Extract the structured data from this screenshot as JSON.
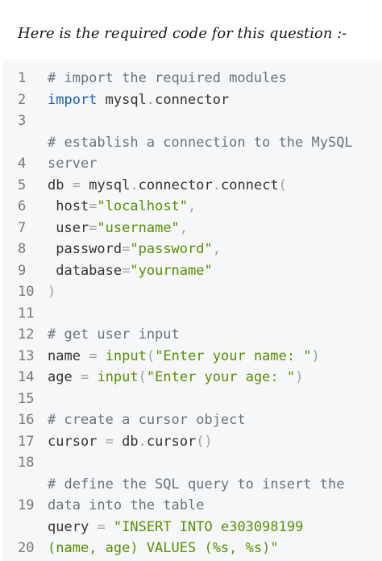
{
  "heading": "Here is the required code for this question :-",
  "colors": {
    "comment": "#6a737d",
    "keyword": "#1a5fb4",
    "function": "#5a8f00",
    "string": "#5a8f00",
    "operator": "#a0a0a0",
    "text": "#333333",
    "line_number": "#777777",
    "code_background": "#f6f7f8"
  },
  "code": {
    "lines": [
      {
        "n": "1",
        "wrap": [
          [
            [
              "cm",
              "# import the required modules"
            ]
          ]
        ]
      },
      {
        "n": "2",
        "wrap": [
          [
            [
              "kw",
              "import"
            ],
            [
              "pl",
              " mysql"
            ],
            [
              "op",
              "."
            ],
            [
              "pl",
              "connector"
            ]
          ]
        ]
      },
      {
        "n": "3",
        "wrap": [
          []
        ]
      },
      {
        "n": "4",
        "wrap": [
          [
            [
              "cm",
              "# establish a connection to the MySQL"
            ]
          ],
          [
            [
              "cm",
              "server"
            ]
          ]
        ]
      },
      {
        "n": "5",
        "wrap": [
          [
            [
              "pl",
              "db "
            ],
            [
              "op",
              "="
            ],
            [
              "pl",
              " mysql"
            ],
            [
              "op",
              "."
            ],
            [
              "pl",
              "connector"
            ],
            [
              "op",
              "."
            ],
            [
              "pl",
              "connect"
            ],
            [
              "op",
              "("
            ]
          ]
        ]
      },
      {
        "n": "6",
        "wrap": [
          [
            [
              "pl",
              " host"
            ],
            [
              "op",
              "="
            ],
            [
              "st",
              "\"localhost\""
            ],
            [
              "op",
              ","
            ]
          ]
        ]
      },
      {
        "n": "7",
        "wrap": [
          [
            [
              "pl",
              " user"
            ],
            [
              "op",
              "="
            ],
            [
              "st",
              "\"username\""
            ],
            [
              "op",
              ","
            ]
          ]
        ]
      },
      {
        "n": "8",
        "wrap": [
          [
            [
              "pl",
              " password"
            ],
            [
              "op",
              "="
            ],
            [
              "st",
              "\"password\""
            ],
            [
              "op",
              ","
            ]
          ]
        ]
      },
      {
        "n": "9",
        "wrap": [
          [
            [
              "pl",
              " database"
            ],
            [
              "op",
              "="
            ],
            [
              "st",
              "\"yourname\""
            ]
          ]
        ]
      },
      {
        "n": "10",
        "wrap": [
          [
            [
              "op",
              ")"
            ]
          ]
        ]
      },
      {
        "n": "11",
        "wrap": [
          []
        ]
      },
      {
        "n": "12",
        "wrap": [
          [
            [
              "cm",
              "# get user input"
            ]
          ]
        ]
      },
      {
        "n": "13",
        "wrap": [
          [
            [
              "pl",
              "name "
            ],
            [
              "op",
              "="
            ],
            [
              "pl",
              " "
            ],
            [
              "fn",
              "input"
            ],
            [
              "op",
              "("
            ],
            [
              "st",
              "\"Enter your name: \""
            ],
            [
              "op",
              ")"
            ]
          ]
        ]
      },
      {
        "n": "14",
        "wrap": [
          [
            [
              "pl",
              "age "
            ],
            [
              "op",
              "="
            ],
            [
              "pl",
              " "
            ],
            [
              "fn",
              "input"
            ],
            [
              "op",
              "("
            ],
            [
              "st",
              "\"Enter your age: \""
            ],
            [
              "op",
              ")"
            ]
          ]
        ]
      },
      {
        "n": "15",
        "wrap": [
          []
        ]
      },
      {
        "n": "16",
        "wrap": [
          [
            [
              "cm",
              "# create a cursor object"
            ]
          ]
        ]
      },
      {
        "n": "17",
        "wrap": [
          [
            [
              "pl",
              "cursor "
            ],
            [
              "op",
              "="
            ],
            [
              "pl",
              " db"
            ],
            [
              "op",
              "."
            ],
            [
              "pl",
              "cursor"
            ],
            [
              "op",
              "()"
            ]
          ]
        ]
      },
      {
        "n": "18",
        "wrap": [
          []
        ]
      },
      {
        "n": "19",
        "wrap": [
          [
            [
              "cm",
              "# define the SQL query to insert the"
            ]
          ],
          [
            [
              "cm",
              "data into the table"
            ]
          ]
        ]
      },
      {
        "n": "20",
        "wrap": [
          [
            [
              "pl",
              "query "
            ],
            [
              "op",
              "="
            ],
            [
              "pl",
              " "
            ],
            [
              "st",
              "\"INSERT INTO e303098199"
            ]
          ],
          [
            [
              "st",
              "(name, age) VALUES (%s, %s)\""
            ]
          ]
        ]
      }
    ]
  }
}
